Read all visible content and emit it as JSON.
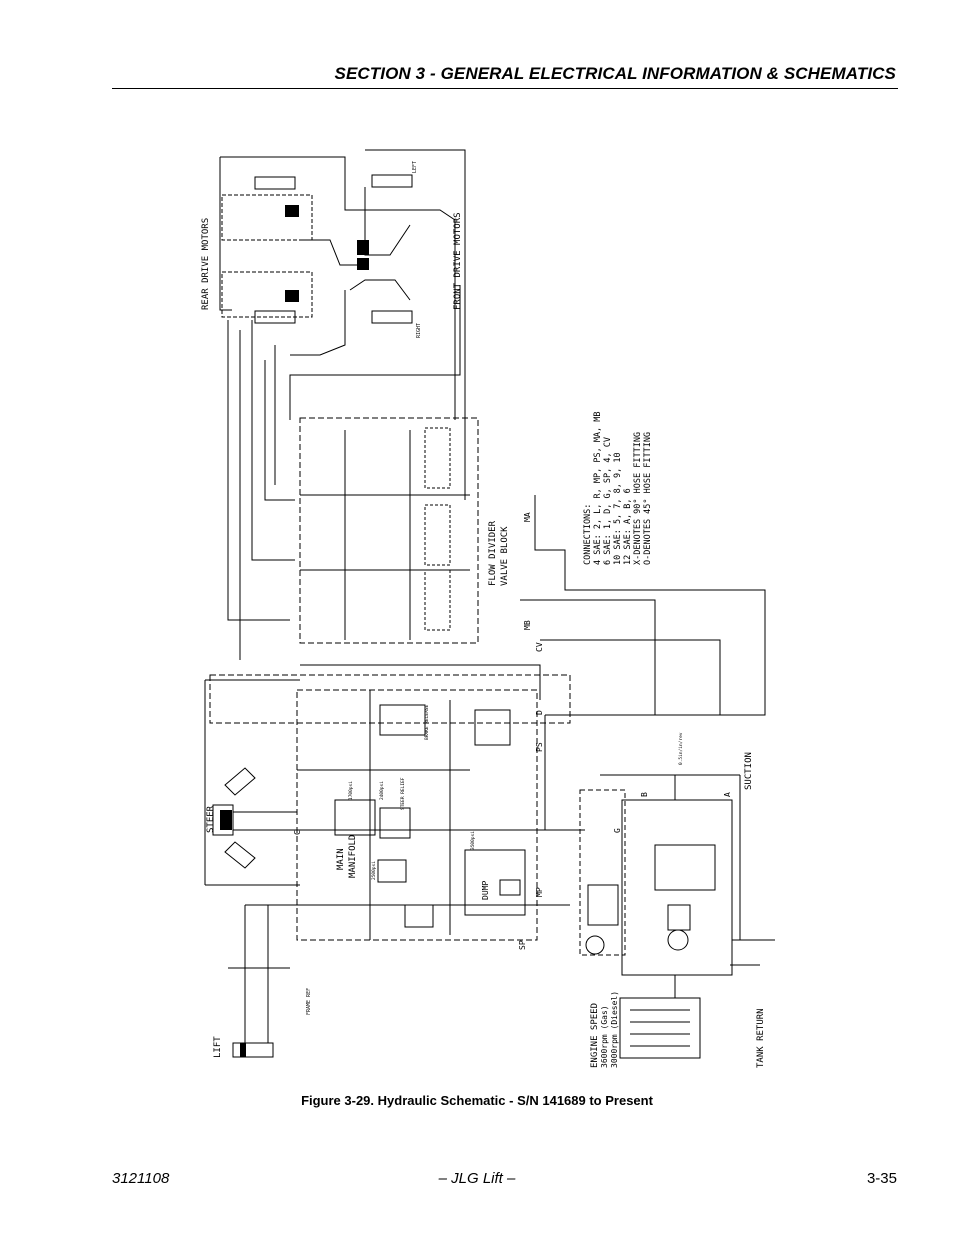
{
  "header": {
    "section_title": "SECTION 3 - GENERAL ELECTRICAL INFORMATION & SCHEMATICS"
  },
  "schematic": {
    "labels": {
      "rear_drive_motors": "REAR DRIVE MOTORS",
      "front_drive_motors": "FRONT DRIVE MOTORS",
      "left": "LEFT",
      "right": "RIGHT",
      "flow_divider_1": "FLOW DIVIDER",
      "flow_divider_2": "VALVE BLOCK",
      "steer": "STEER",
      "main_manifold_1": "MAIN",
      "main_manifold_2": "MANIFOLD",
      "dump": "DUMP",
      "lift": "LIFT",
      "suction": "SUCTION",
      "tank_return": "TANK RETURN",
      "engine_speed_1": "ENGINE SPEED",
      "engine_speed_2": "3600rpm (Gas)",
      "engine_speed_3": "3000rpm (Diesel)",
      "frame_ref": "FRAME REF",
      "mp": "MP",
      "ma": "MA",
      "mb": "MB",
      "cv": "CV",
      "ps": "PS",
      "sp": "SP",
      "g": "G",
      "d": "D",
      "port_a": "A",
      "port_b": "B",
      "port_c": "C"
    },
    "connections": [
      "CONNECTIONS:",
      "4 SAE: 2, L, R, MP, PS, MA, MB",
      "6 SAE: 1, D, G, SP, 4, CV",
      "10 SAE: 5, 7, 8, 9, 10",
      "12 SAE: A, B, 6",
      "X-DENOTES 90° HOSE FITTING",
      "O-DENOTES 45° HOSE FITTING"
    ],
    "valve_notes": {
      "relief_1": "2400psi",
      "relief_2": "1700psi",
      "relief_3": "2500psi",
      "relief_4": "3500psi",
      "brake_release": "BRAKE RELEASE",
      "steer_relief": "STEER RELIEF",
      "case_drain": "0.5in/in/rev"
    }
  },
  "caption": "Figure 3-29.  Hydraulic Schematic - S/N 141689 to Present",
  "footer": {
    "doc_number": "3121108",
    "center": "– JLG Lift –",
    "page_number": "3-35"
  }
}
